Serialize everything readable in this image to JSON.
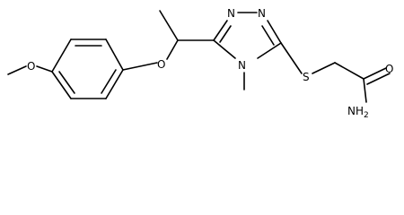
{
  "molecule": {
    "atoms": [
      {
        "id": "o_methoxy",
        "label": "O"
      },
      {
        "id": "o_ether",
        "label": "O"
      },
      {
        "id": "n_ring_1",
        "label": "N"
      },
      {
        "id": "n_ring_2",
        "label": "N"
      },
      {
        "id": "n_ring_4",
        "label": "N"
      },
      {
        "id": "s_thio",
        "label": "S"
      },
      {
        "id": "o_carbonyl",
        "label": "O"
      },
      {
        "id": "n_amide",
        "label": "NH2"
      }
    ]
  }
}
